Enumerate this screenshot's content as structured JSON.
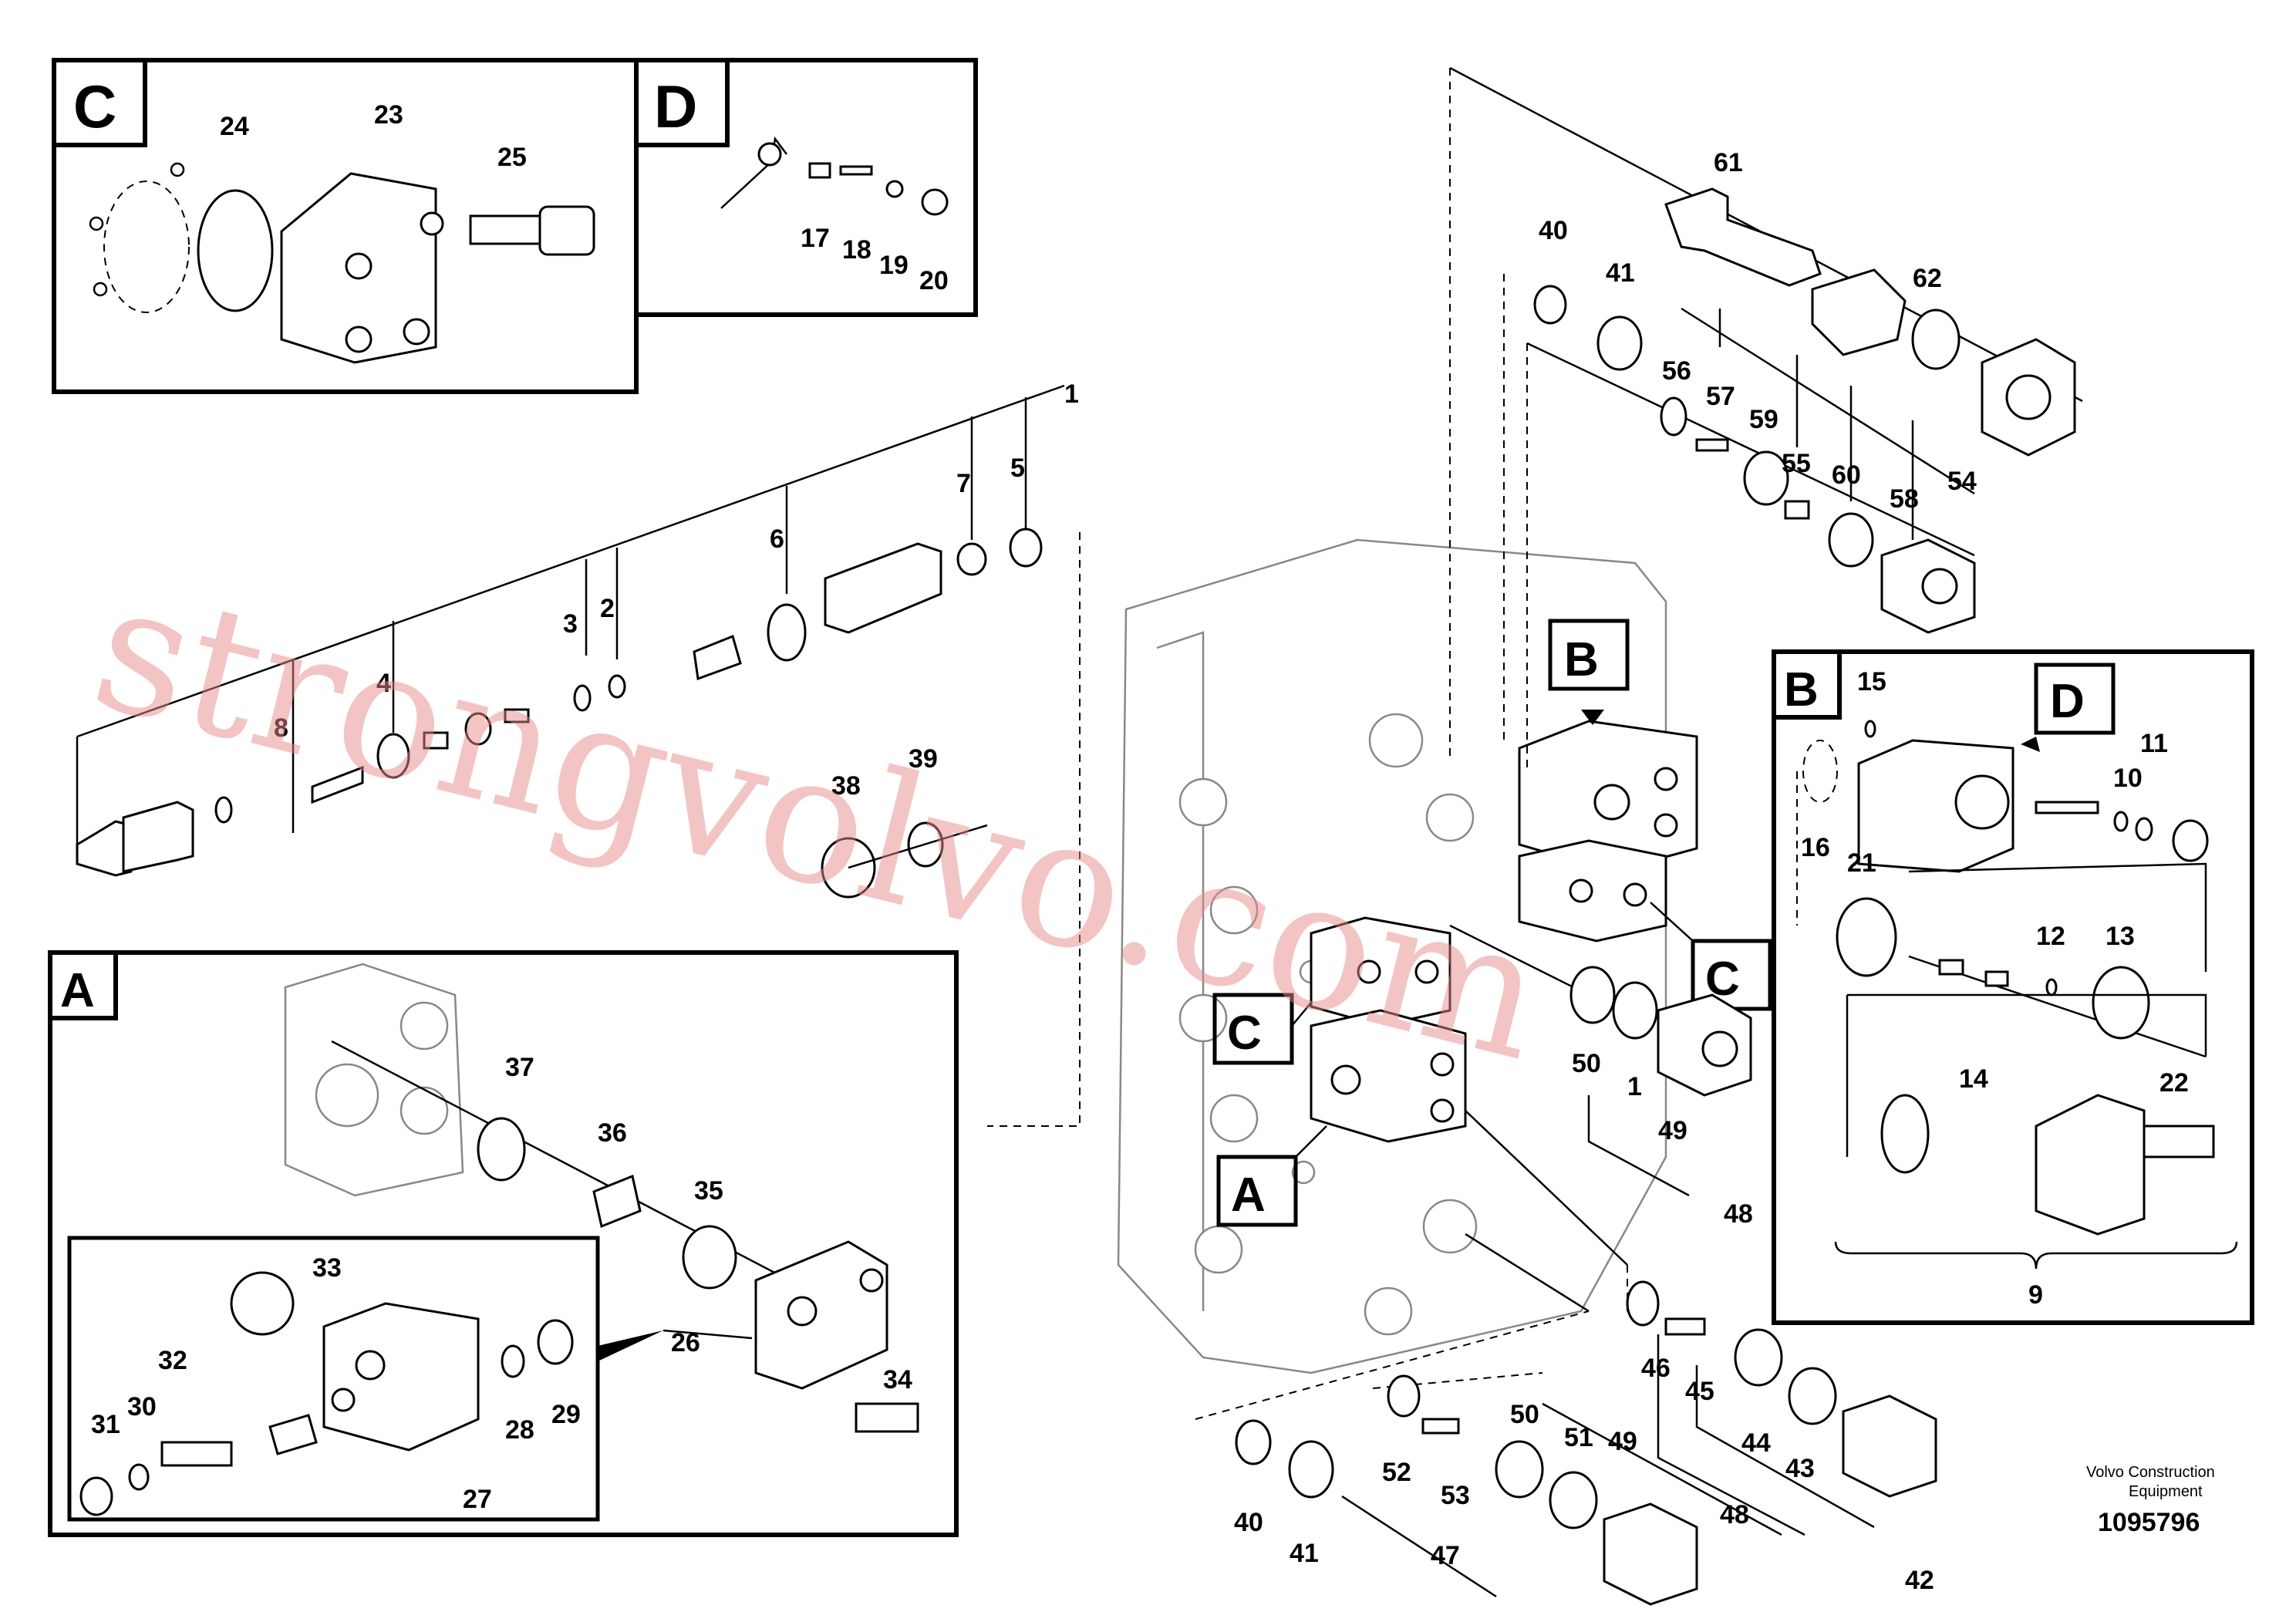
{
  "watermark": "strongvolvo.com",
  "manufacturer_line1": "Volvo Construction",
  "manufacturer_line2": "Equipment",
  "document_number": "1095796",
  "detail_boxes": {
    "c_top": "C",
    "d_top": "D",
    "a_box": "A",
    "b_box": "B",
    "b_inner_d": "D",
    "callout_b": "B",
    "callout_c_right": "C",
    "callout_c_left": "C",
    "callout_a": "A"
  },
  "part_labels": {
    "p1": "1",
    "p2": "2",
    "p3": "3",
    "p4": "4",
    "p5": "5",
    "p6": "6",
    "p7": "7",
    "p8": "8",
    "p9": "9",
    "p10": "10",
    "p11": "11",
    "p12": "12",
    "p13": "13",
    "p14": "14",
    "p15": "15",
    "p16": "16",
    "p17": "17",
    "p18": "18",
    "p19": "19",
    "p20": "20",
    "p21": "21",
    "p22": "22",
    "p23": "23",
    "p24": "24",
    "p25": "25",
    "p26": "26",
    "p27": "27",
    "p28": "28",
    "p29": "29",
    "p30": "30",
    "p31": "31",
    "p32": "32",
    "p33": "33",
    "p34": "34",
    "p35": "35",
    "p36": "36",
    "p37": "37",
    "p38": "38",
    "p39": "39",
    "p40a": "40",
    "p40b": "40",
    "p41a": "41",
    "p41b": "41",
    "p42": "42",
    "p43": "43",
    "p44": "44",
    "p45": "45",
    "p46": "46",
    "p47": "47",
    "p48a": "48",
    "p48b": "48",
    "p49a": "49",
    "p49b": "49",
    "p50a": "50",
    "p50b": "50",
    "p51a": "1",
    "p51b": "51",
    "p52": "52",
    "p53": "53",
    "p54": "54",
    "p55": "55",
    "p56": "56",
    "p57": "57",
    "p58": "58",
    "p59": "59",
    "p60": "60",
    "p61": "61",
    "p62": "62"
  }
}
